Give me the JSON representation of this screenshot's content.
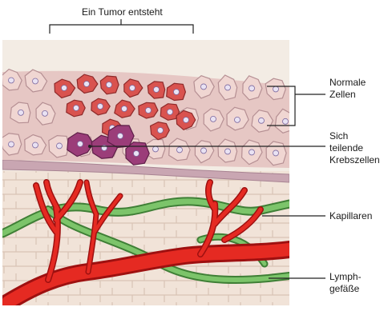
{
  "title": "Ein Tumor entsteht",
  "labels": {
    "normal_cells": "Normale\nZellen",
    "dividing_cancer_cells": "Sich\nteilende\nKrebszellen",
    "capillaries": "Kapillaren",
    "lymph_vessels": "Lymph-\ngefäße"
  },
  "colors": {
    "background": "#f3ece4",
    "normal_cell": "#f0d6d2",
    "cancer_cell": "#d9534f",
    "dividing_cell": "#9b3d79",
    "capillary": "#e02020",
    "lymph_vessel": "#5fa84f"
  }
}
